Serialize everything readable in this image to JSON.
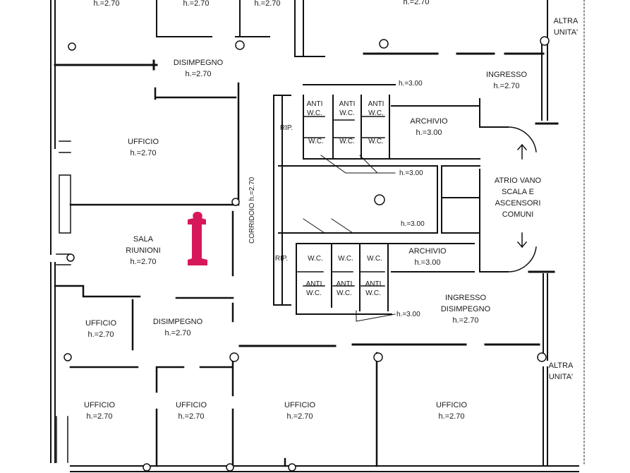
{
  "floorplan": {
    "rooms": [
      {
        "name": "",
        "height": "h.=2.70"
      },
      {
        "name": "",
        "height": "h.=2.70"
      },
      {
        "name": "",
        "height": "h.=2.70"
      },
      {
        "name": "",
        "height": "h.=2.70"
      },
      {
        "name": "DISIMPEGNO",
        "height": "h.=2.70"
      },
      {
        "name": "INGRESSO",
        "height": "h.=2.70"
      },
      {
        "name": "UFFICIO",
        "height": "h.=2.70"
      },
      {
        "name": "ARCHIVIO",
        "height": "h.=3.00"
      },
      {
        "name": "SALA RIUNIONI",
        "height": "h.=2.70"
      },
      {
        "name": "UFFICIO",
        "height": "h.=2.70"
      },
      {
        "name": "DISIMPEGNO",
        "height": "h.=2.70"
      },
      {
        "name": "INGRESSO DISIMPEGNO",
        "height": "h.=2.70"
      },
      {
        "name": "UFFICIO",
        "height": "h.=2.70"
      },
      {
        "name": "UFFICIO",
        "height": "h.=2.70"
      },
      {
        "name": "UFFICIO",
        "height": "h.=2.70"
      },
      {
        "name": "UFFICIO",
        "height": "h.=2.70"
      },
      {
        "name": "ARCHIVIO",
        "height": "h.=3.00"
      }
    ],
    "small_labels": [
      "ANTI W.C.",
      "ANTI W.C.",
      "ANTI W.C.",
      "W.C.",
      "W.C.",
      "W.C.",
      "RIP.",
      "W.C.",
      "W.C.",
      "W.C.",
      "ANTI W.C.",
      "ANTI W.C.",
      "ANTI W.C.",
      "RIP."
    ],
    "height_notes": [
      "h.=3.00",
      "h.=3.00",
      "h.=3.00",
      "h.=3.00"
    ],
    "other_unit_top": "ALTRA UNITA'",
    "other_unit_bottom": "ALTRA UNITA'",
    "atrium": "ATRIO VANO SCALA E ASCENSORI COMUNI",
    "corridor": "CORRIDOIO h.=2.70",
    "marker_color": "#d6185a",
    "marker_icon": "location-marker-icon"
  }
}
